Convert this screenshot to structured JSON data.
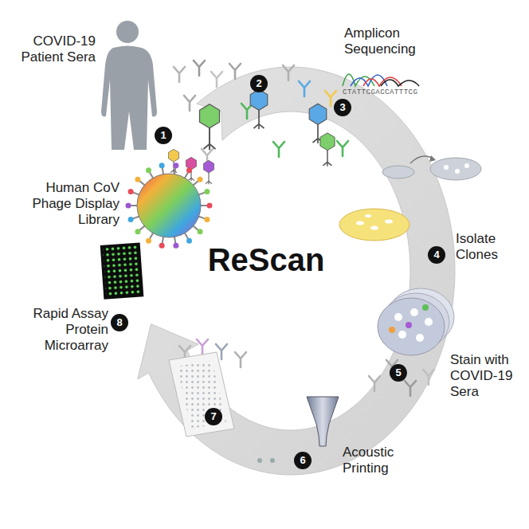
{
  "diagram": {
    "title": "ReScan",
    "nodes": [
      {
        "text": [
          "1"
        ]
      },
      {
        "text": [
          "2"
        ]
      },
      {
        "text": [
          "3"
        ]
      },
      {
        "text": [
          "4"
        ]
      },
      {
        "text": [
          "5"
        ]
      },
      {
        "text": [
          "6"
        ]
      },
      {
        "text": [
          "7"
        ]
      },
      {
        "text": [
          "8"
        ]
      }
    ],
    "labels": [
      "COVID-19 Patient Sera",
      "Amplicon Sequencing",
      "Human CoV Phage Display Library",
      "Isolate Clones",
      "Stain with COVID-19 Sera",
      "Acoustic Printing",
      "Rapid Assay Protein Microarray",
      "CTATTCGACCATTTCG"
    ]
  }
}
